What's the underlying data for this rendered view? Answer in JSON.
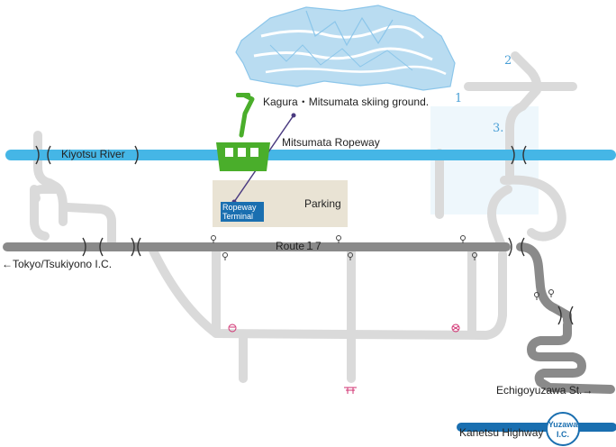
{
  "labels": {
    "skiing_ground": "Kagura・Mitsumata skiing ground.",
    "ropeway": "Mitsumata Ropeway",
    "river": "Kiyotsu River",
    "parking": "Parking",
    "terminal_line1": "Ropeway",
    "terminal_line2": "Terminal",
    "route": "Route１7",
    "tokyo": "←Tokyo/Tsukiyono I.C.",
    "echigoyuzawa": "Echigoyuzawa St.→",
    "kanetsu": "Kanetsu Highway",
    "ic_line1": "Yuzawa",
    "ic_line2": "I.C."
  },
  "numbers": {
    "n1": "1",
    "n2": "2",
    "n3": "3."
  },
  "colors": {
    "river": "#45b6e6",
    "road": "#8a8a8a",
    "local_road": "#dadada",
    "mountain": "#b9dcf1",
    "gondola": "#4aae2b",
    "parking": "#e9e3d4",
    "terminal": "#1a6fb0",
    "highway": "#1a6fb0"
  },
  "icons": [
    "gondola-icon",
    "mountain-icon",
    "bridge-icon",
    "hotspring-icon",
    "shrine-icon",
    "post-office-icon",
    "mailbox-icon"
  ]
}
